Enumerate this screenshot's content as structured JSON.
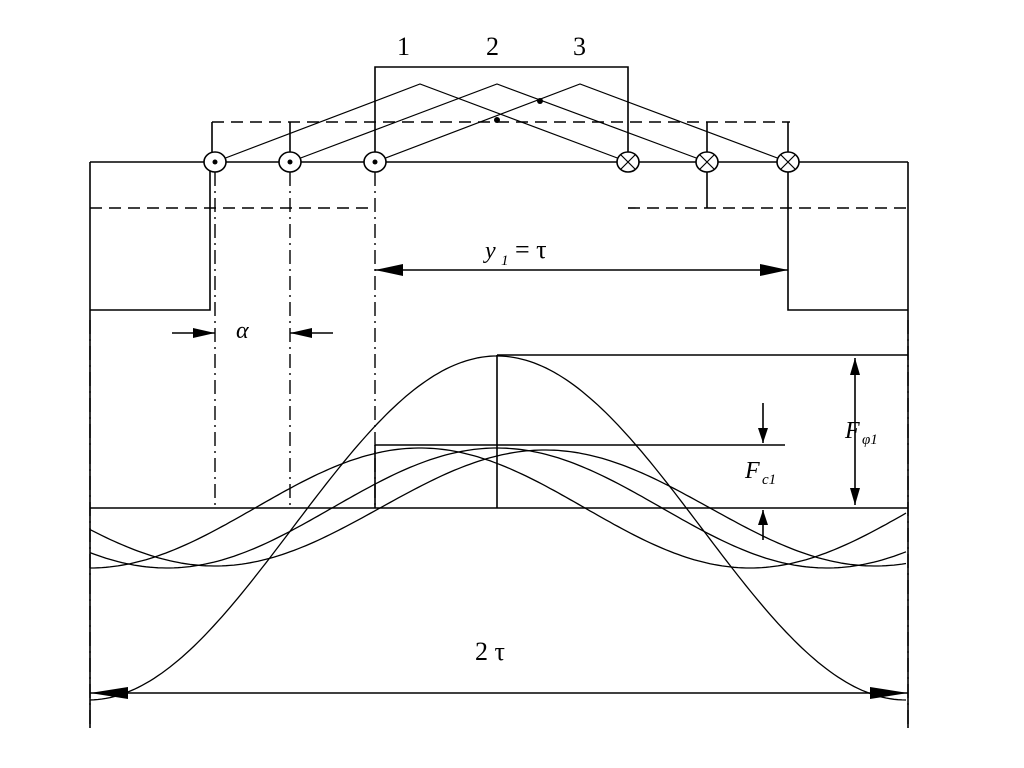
{
  "labels": {
    "phase_1": "1",
    "phase_2": "2",
    "phase_3": "3",
    "pitch_label": "y",
    "pitch_sub": "1",
    "pitch_rhs": "= τ",
    "slot_angle": "α",
    "amplitude_phase": "F",
    "amplitude_phase_sub": "φ1",
    "amplitude_coil": "F",
    "amplitude_coil_sub": "c1",
    "pole_pitch_span": "2 τ"
  },
  "conductors": {
    "out_of_page": [
      "dot",
      "dot",
      "dot"
    ],
    "into_page": [
      "cross",
      "cross",
      "cross"
    ]
  },
  "icons": {
    "dot_conductor": "circle-dot-icon",
    "cross_conductor": "circle-cross-icon",
    "arrowhead": "arrowhead-icon"
  }
}
